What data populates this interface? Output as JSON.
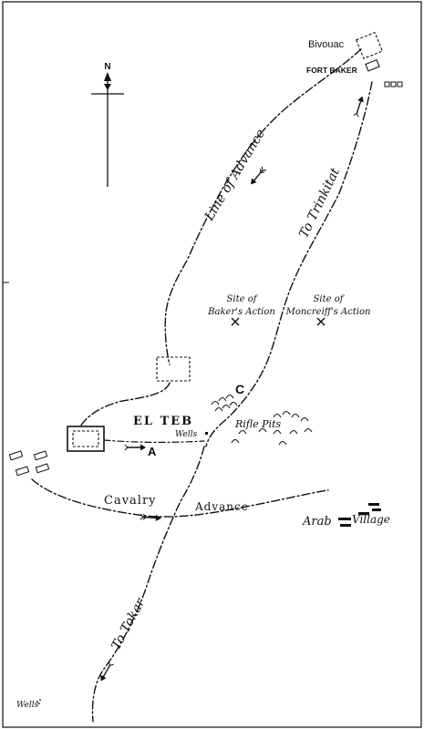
{
  "labels": {
    "bivouac": "Bivouac",
    "fort_baker": "FORT BAKER",
    "north": "N",
    "line_of_advance": "Line of Advance",
    "to_trinkitat": "To Trinkitat",
    "site_baker_1": "Site of",
    "site_baker_2": "Baker's Action",
    "site_moncreiff_1": "Site of",
    "site_moncreiff_2": "Moncreiff's Action",
    "point_c": "C",
    "point_a": "A",
    "el_teb": "EL TEB",
    "wells": "Wells",
    "rifle_pits": "Rifle Pits",
    "cavalry": "Cavalry",
    "advance": "Advance",
    "arab": "Arab",
    "village": "Village",
    "to_tokar": "To Tokar",
    "wells_bottom": "Wells"
  },
  "icons": {
    "north_arrow": "north-arrow-icon",
    "battle_marker": "crossed-swords-icon",
    "direction_arrow": "arrow-icon"
  },
  "colors": {
    "ink": "#111111",
    "paper": "#ffffff"
  }
}
